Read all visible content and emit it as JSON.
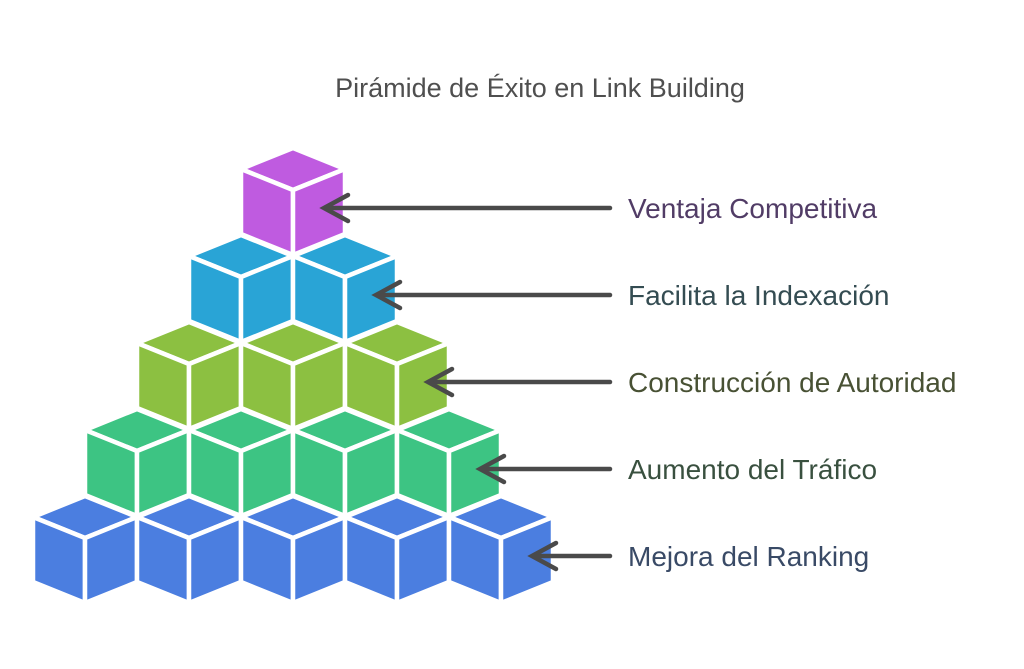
{
  "title": "Pirámide de Éxito en Link Building",
  "title_color": "#4f4f4f",
  "arrow_color": "#4a4a4a",
  "background_color": "#ffffff",
  "cube_edge_color": "#ffffff",
  "levels": [
    {
      "rank": 1,
      "cubes": 1,
      "cube_color": "#bf5be0",
      "label": "Ventaja Competitiva",
      "label_color": "#513c66"
    },
    {
      "rank": 2,
      "cubes": 2,
      "cube_color": "#29a4d6",
      "label": "Facilita la Indexación",
      "label_color": "#344c52"
    },
    {
      "rank": 3,
      "cubes": 3,
      "cube_color": "#8cc041",
      "label": "Construcción de Autoridad",
      "label_color": "#485134"
    },
    {
      "rank": 4,
      "cubes": 4,
      "cube_color": "#3dc483",
      "label": "Aumento del Tráfico",
      "label_color": "#39503f"
    },
    {
      "rank": 5,
      "cubes": 5,
      "cube_color": "#4b7ee0",
      "label": "Mejora del Ranking",
      "label_color": "#394a66"
    }
  ]
}
